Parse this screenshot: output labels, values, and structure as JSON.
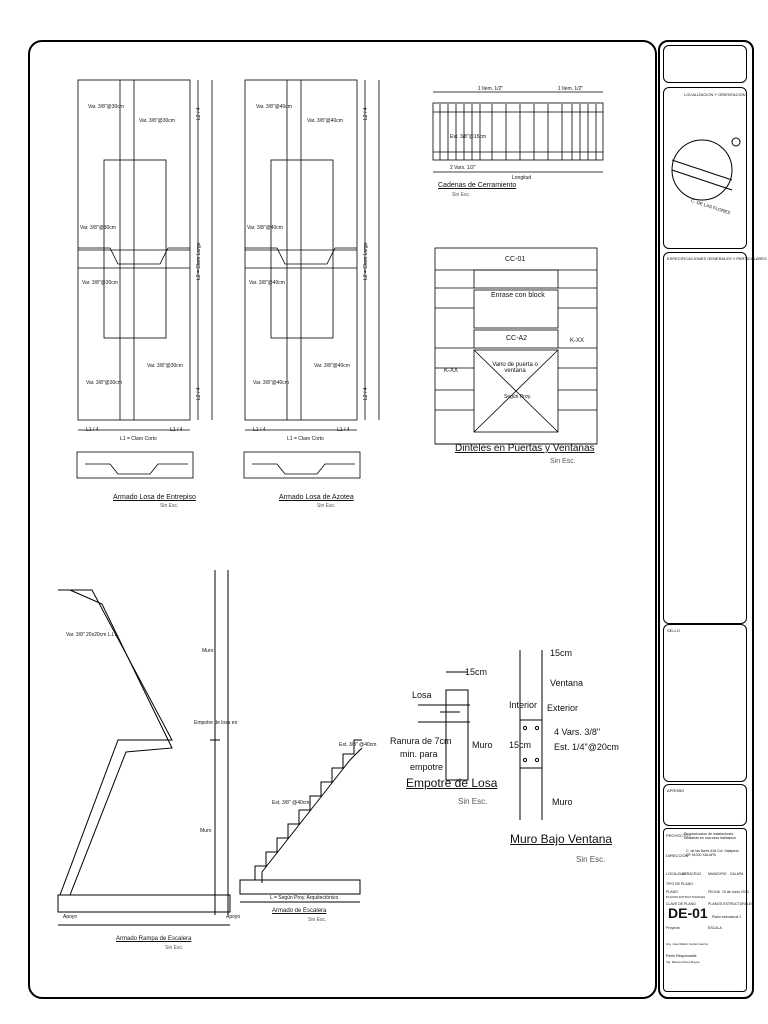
{
  "drawing": {
    "slab_mezz": {
      "title": "Armado Losa de Entrepiso",
      "scale": "Sin Esc.",
      "bars": [
        "Var. 3/8\"@30cm",
        "Var. 3/8\"@30cm",
        "Var. 3/8\"@30cm",
        "Var. 3/8\"@30cm",
        "Var. 3/8\"@30cm",
        "Var. 3/8\"@30cm"
      ],
      "dims": [
        "L1 / 4",
        "L1 / 4",
        "L1 = Claro Corto",
        "L2 / 4",
        "L2 = Claro Largo",
        "L2 / 4"
      ]
    },
    "slab_roof": {
      "title": "Armado Losa de Azotea",
      "scale": "Sin Esc.",
      "bars": [
        "Var. 3/8\"@40cm",
        "Var. 3/8\"@40cm",
        "Var. 3/8\"@40cm",
        "Var. 3/8\"@40cm",
        "Var. 3/8\"@40cm",
        "Var. 3/8\"@40cm"
      ],
      "dims": [
        "L1 / 4",
        "L1 / 4",
        "L1 = Claro Corto",
        "L2 / 4",
        "L2 = Claro Largo",
        "L2 / 4"
      ]
    },
    "chains": {
      "title": "Cadenas de Cerramiento",
      "scale": "Sin Esc.",
      "labels": [
        "1 Ilem. 1/2\"",
        "1 Ilem. 1/2\"",
        "Est. 3/8\"@15cm",
        "2 Vars. 1/2\"",
        "Longitud"
      ]
    },
    "lintels": {
      "title": "Dinteles en Puertas y Ventanas",
      "scale": "Sin Esc.",
      "labels": [
        "CC-01",
        "Enrase con block",
        "CC-A2",
        "Vano de puerta o ventana",
        "K-XX",
        "K-XX",
        "Según Proy."
      ]
    },
    "stair_ramp": {
      "title": "Armado Rampa de Escalera",
      "scale": "Sin Esc.",
      "labels": [
        "Muro",
        "Muro",
        "Apoyo",
        "Apoyo",
        "Empotre de losa en",
        "Var. 3/8\" 20x20cm L.L."
      ]
    },
    "stair": {
      "title": "Armado de Escalera",
      "scale": "Sin Esc.",
      "labels": [
        "Est. 3/8\" @40cm",
        "Est. 3/8\" @40cm",
        "L = Según Proy. Arquitectónico"
      ]
    },
    "slab_embed": {
      "title": "Empotre de Losa",
      "scale": "Sin Esc.",
      "labels": [
        "15cm",
        "Losa",
        "Ranura de 7cm",
        "min. para",
        "empotre",
        "Muro"
      ]
    },
    "wall_window": {
      "title": "Muro Bajo Ventana",
      "scale": "Sin Esc.",
      "labels": [
        "15cm",
        "Ventana",
        "Interior",
        "Exterior",
        "15cm",
        "4 Vars. 3/8\"",
        "Est. 1/4\"@20cm",
        "Muro"
      ]
    }
  },
  "title_block": {
    "location_header": "LOCALIZACION Y ORIENTACION",
    "street": "C. DE LAS FLORES",
    "specs_header": "ESPECIFICACIONES GENERALES Y PARTICULARES",
    "seal_label": "SELLO",
    "approved_label": "APROBO",
    "project_label": "PROYECTO",
    "project_value": "Regularizacion de instalaciones sanitarias en una casa habitacion",
    "address_label": "DIRECCION",
    "address_value": "C. de las flores #16 Col. Xalapeos CP 91000 XALAPA",
    "locality_label": "LOCALIDAD",
    "locality_value": "VERACRUZ",
    "municipality_label": "MUNICIPIO",
    "municipality_value": "XALAPA",
    "plan_type_label": "TIPO DE PLANO",
    "plan_label": "PLANO",
    "plan_value": "PLANOS ESTRUCTURALES",
    "date_label": "FECHA",
    "date_value": "15 de Junio 2020",
    "key_label": "CLAVE DE PLANO",
    "key_value": "DE-01",
    "sheet_name": "PLANOS ESTRUCTURALES",
    "sheet_num": "Plano estructural 1",
    "drafter_label": "Proyecto",
    "scale_label": "ESCALA",
    "drafter_value": "Arq. José Martín Cortés García",
    "owner_label": "Perito Responsable",
    "owner_value": "Ing. Marcos Pérez Reyes"
  }
}
